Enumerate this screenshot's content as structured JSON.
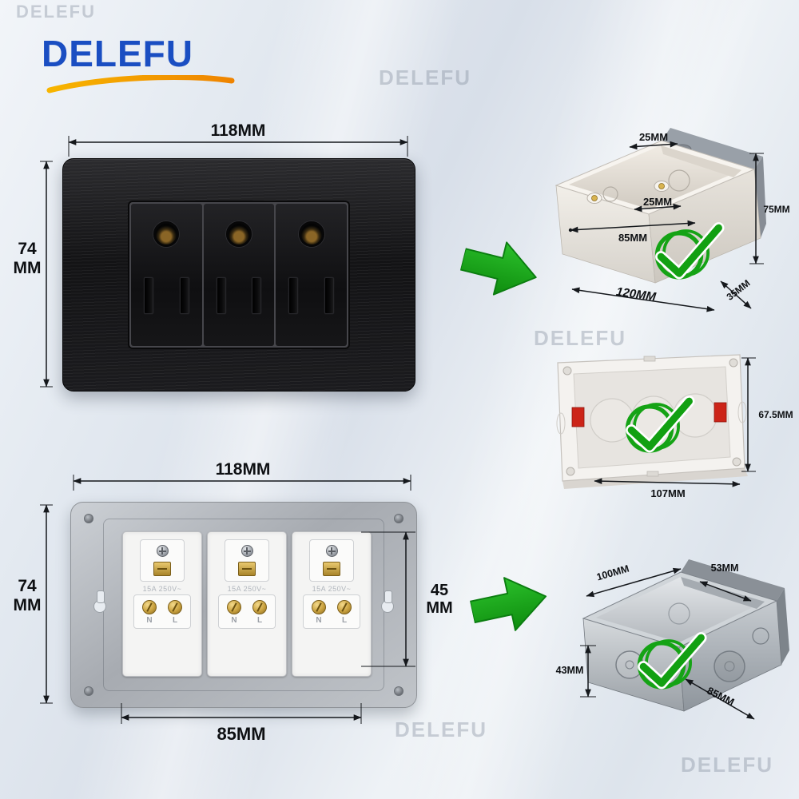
{
  "brand": {
    "logo_text": "DELEFU"
  },
  "watermark": {
    "text": "DELEFU"
  },
  "front_panel": {
    "width_label": "118MM",
    "height_label": "74\nMM"
  },
  "back_panel": {
    "width_label": "118MM",
    "height_label": "74\nMM",
    "inner_height_label": "45\nMM",
    "screw_pitch_label": "85MM",
    "module_rating": "15A 250V~",
    "terminal_n": "N",
    "terminal_l": "L"
  },
  "white_box": {
    "top_hole_label": "25MM",
    "inner_hole_label": "25MM",
    "inner_width_label": "85MM",
    "height_label": "75MM",
    "length_label": "120MM",
    "depth_label": "35MM"
  },
  "red_box": {
    "height_label": "67.5MM",
    "width_label": "107MM"
  },
  "metal_box": {
    "width_label": "100MM",
    "top_depth_label": "53MM",
    "height_label": "43MM",
    "inner_width_label": "85MM"
  },
  "colors": {
    "accent_green": "#14a317",
    "brand_blue": "#1a4ec2",
    "brand_orange": "#f59e00",
    "panel_black": "#17171a",
    "alert_red": "#c8241a"
  }
}
